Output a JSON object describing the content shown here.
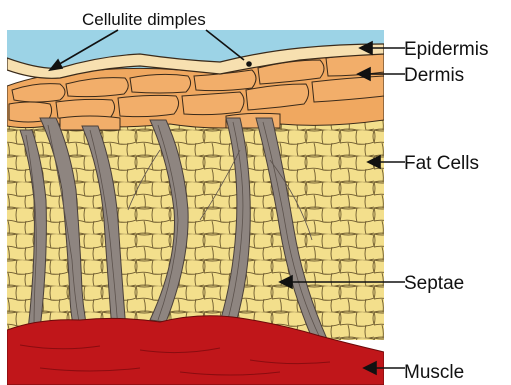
{
  "labels": {
    "cellulite": "Cellulite dimples",
    "epidermis": "Epidermis",
    "dermis": "Dermis",
    "fat_cells": "Fat Cells",
    "septae": "Septae",
    "muscle": "Muscle"
  },
  "colors": {
    "sky": "#9cd3e6",
    "epidermis": "#f7e0b0",
    "dermis": "#f0a860",
    "fat": "#f3df8c",
    "septae": "#8e8580",
    "muscle": "#c0161a",
    "outline": "#3a2a1a"
  }
}
